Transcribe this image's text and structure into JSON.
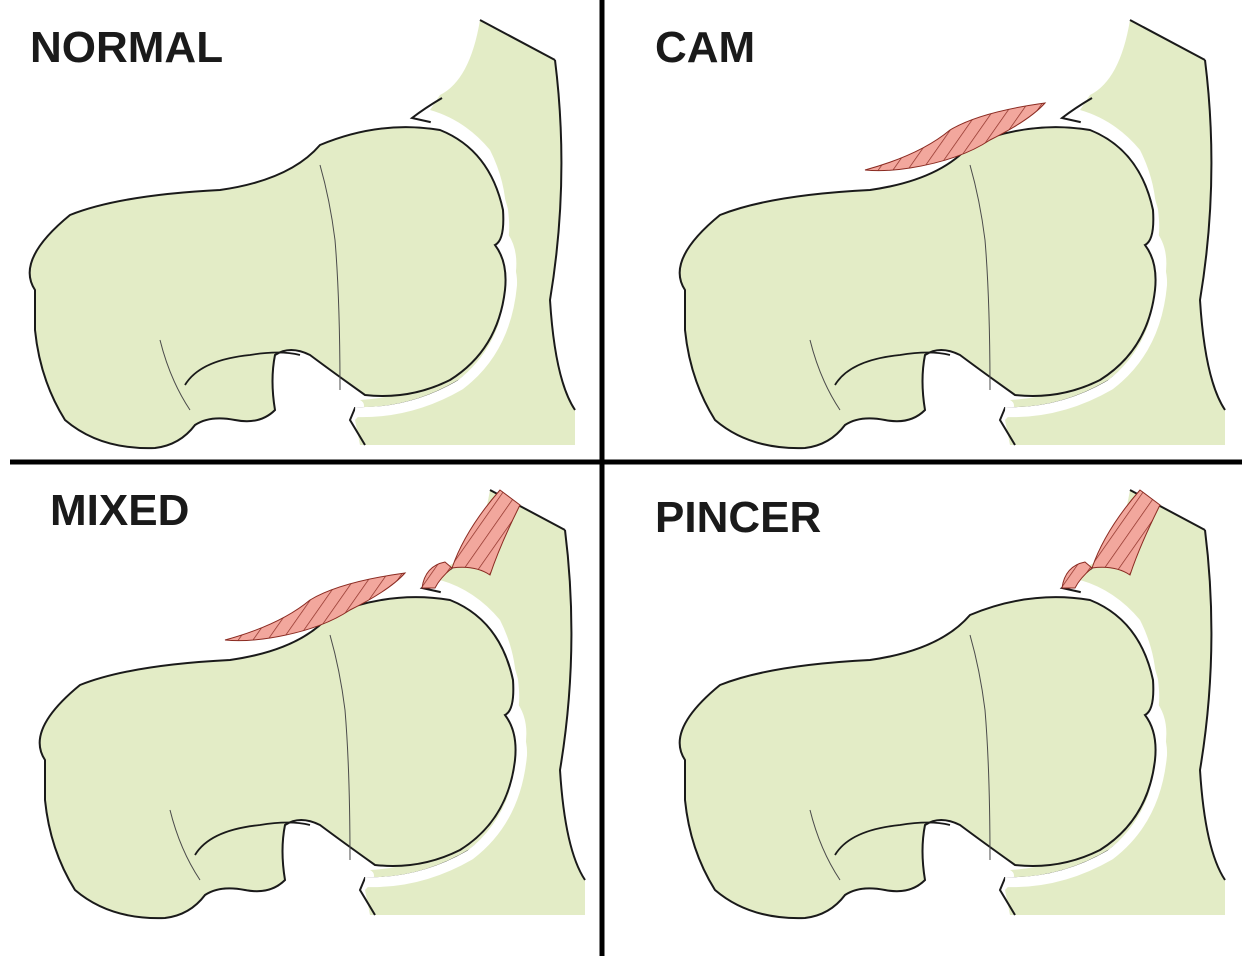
{
  "panels": [
    {
      "id": "normal",
      "label": "NORMAL",
      "cam": false,
      "pincer": false
    },
    {
      "id": "cam",
      "label": "CAM",
      "cam": true,
      "pincer": false
    },
    {
      "id": "mixed",
      "label": "MIXED",
      "cam": true,
      "pincer": true
    },
    {
      "id": "pincer",
      "label": "PINCER",
      "cam": false,
      "pincer": true
    }
  ],
  "colors": {
    "bone": "#e3ecc6",
    "outline": "#1a1a1a",
    "lesion": "#f2a79d",
    "hatch": "#8a2b22",
    "divider": "#000000",
    "background": "#ffffff"
  }
}
